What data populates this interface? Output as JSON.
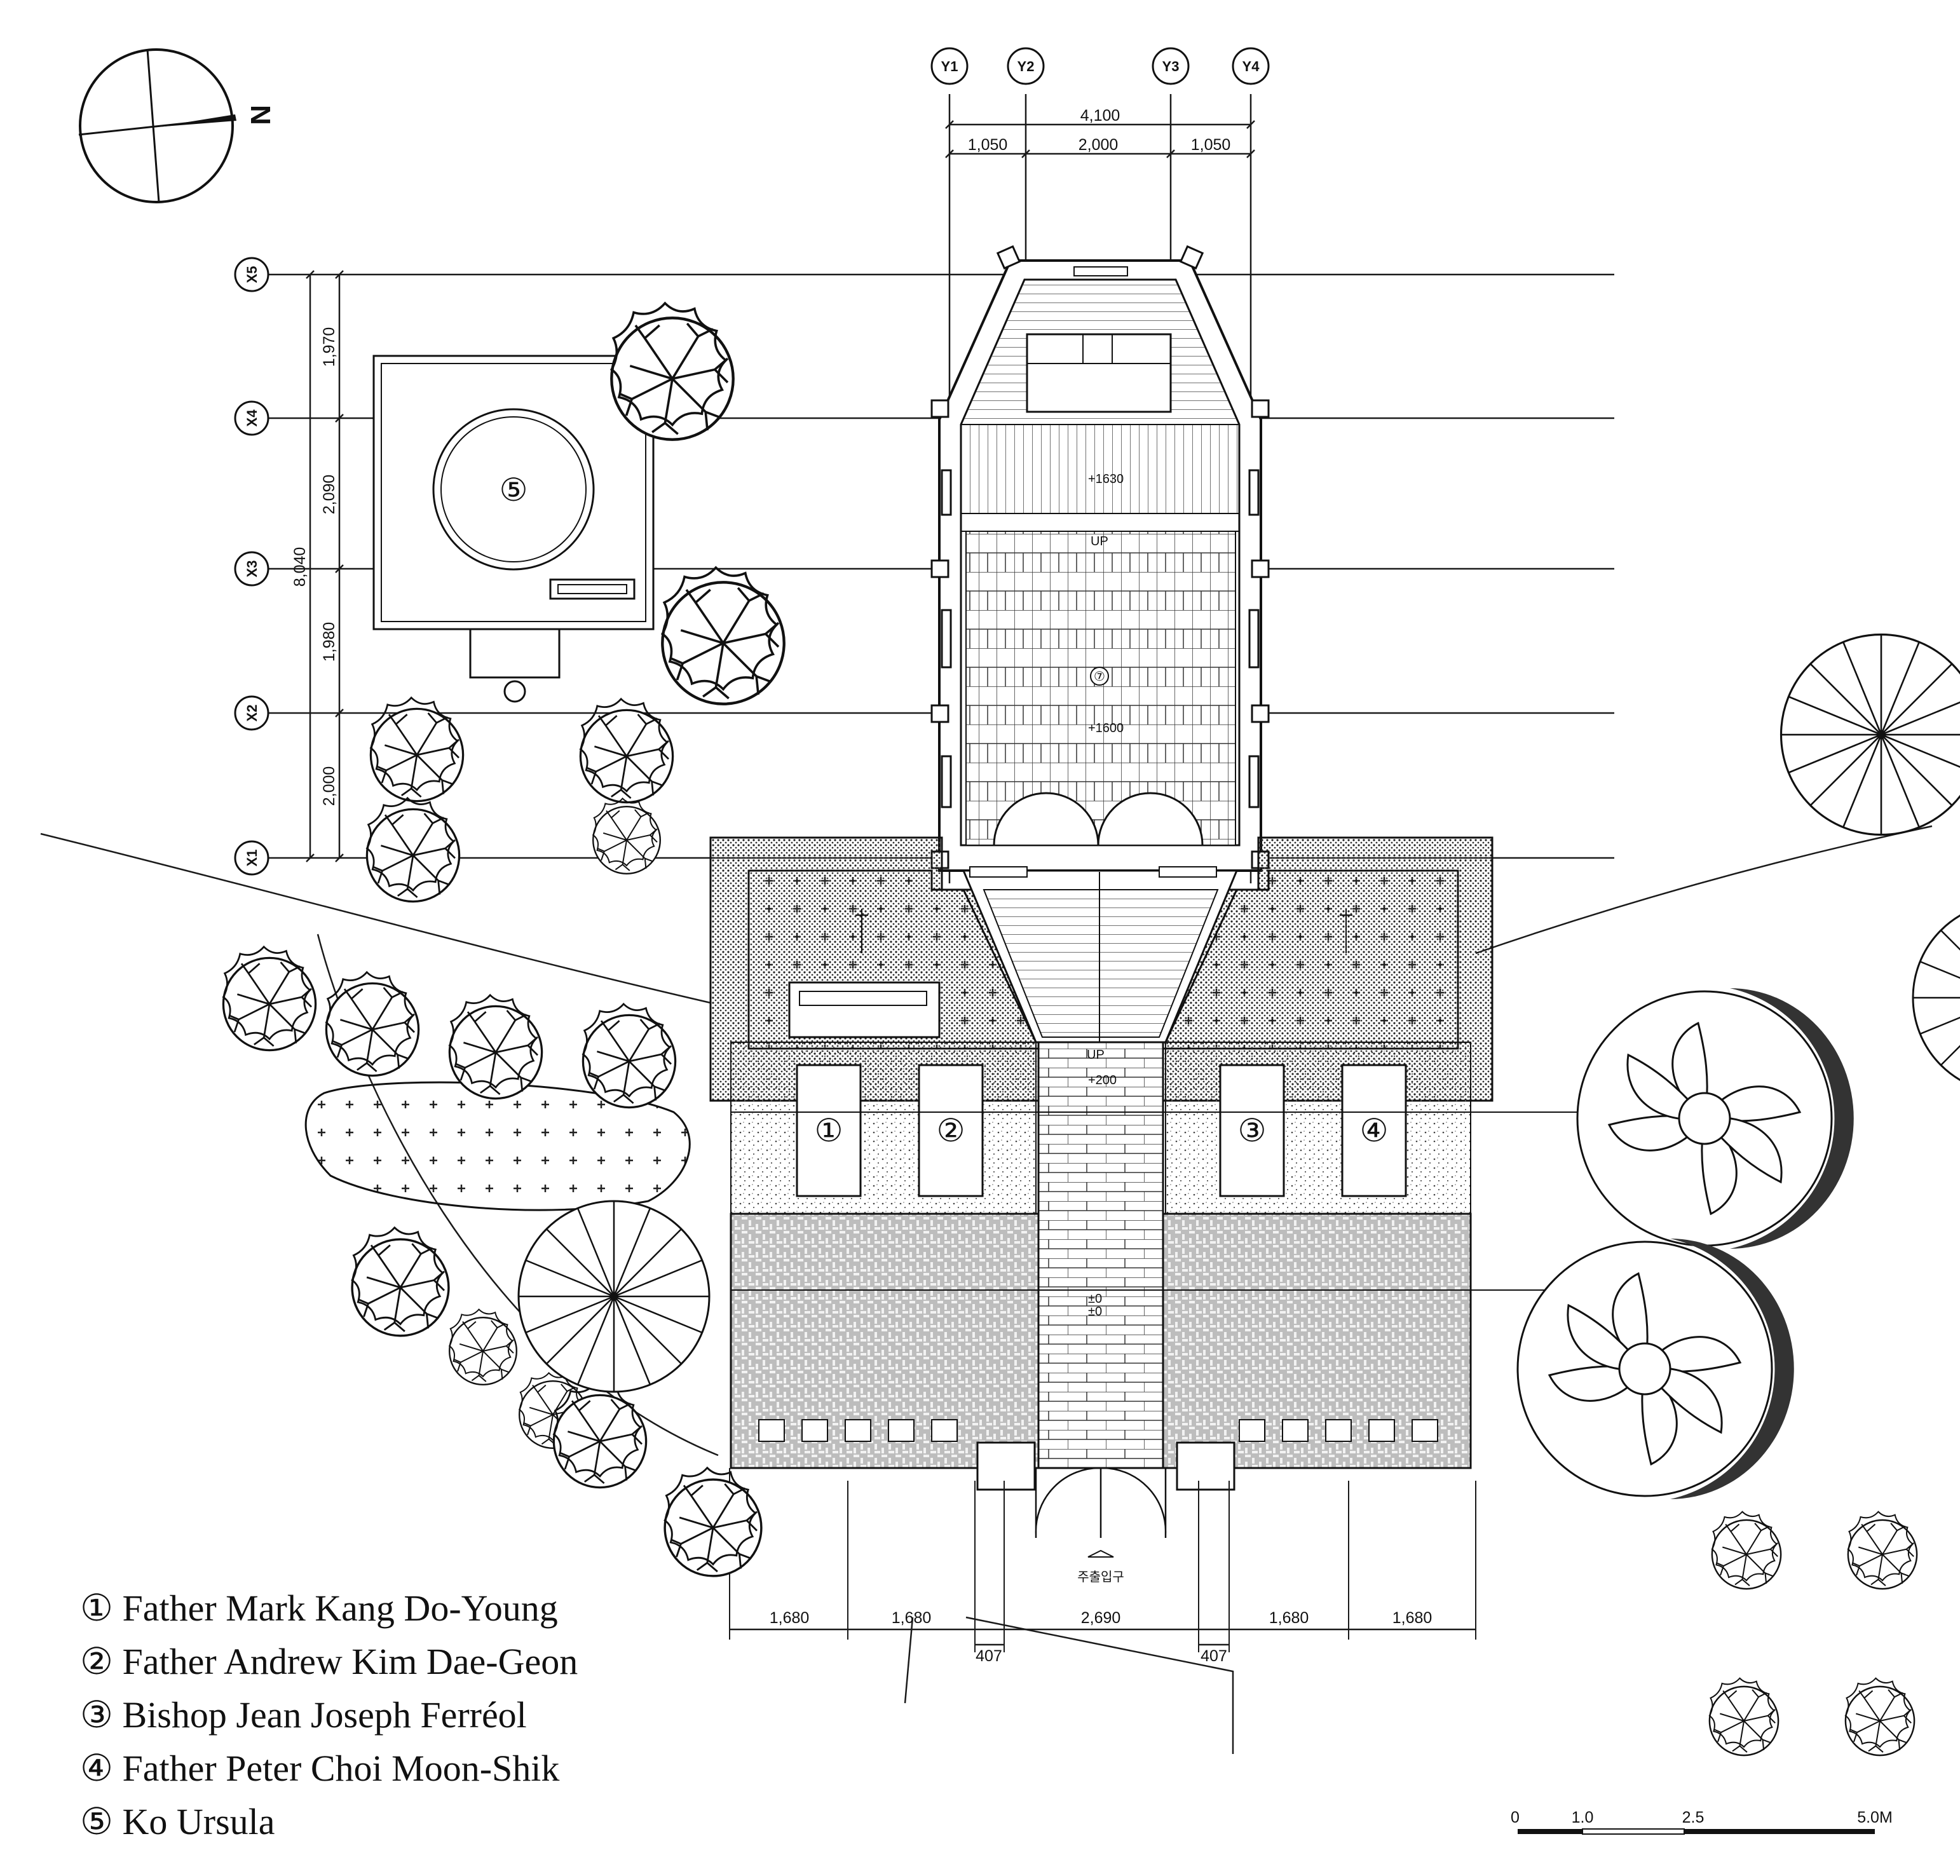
{
  "axes_x": [
    "X1",
    "X2",
    "X3",
    "X4",
    "X5"
  ],
  "axes_y": [
    "Y1",
    "Y2",
    "Y3",
    "Y4"
  ],
  "dims_top": {
    "total": "4,100",
    "segments": [
      "1,050",
      "2,000",
      "1,050"
    ]
  },
  "dims_left": {
    "total": "8,040",
    "segments": [
      "2,000",
      "1,980",
      "2,090",
      "1,970"
    ]
  },
  "dims_bottom": {
    "segments": [
      "1,680",
      "1,680",
      "2,690",
      "1,680",
      "1,680"
    ],
    "offset_left": "407",
    "offset_right": "407"
  },
  "levels": {
    "upper": "+1630",
    "mid": "+1600",
    "lower": "+200",
    "base_top": "±0",
    "base_bot": "±0",
    "up_upper": "UP",
    "up_lower": "UP"
  },
  "entrance_label": "주출입구",
  "north_label": "N",
  "tomb_markers": [
    "①",
    "②",
    "③",
    "④",
    "⑤"
  ],
  "chapel_marker": "⑦",
  "legend": [
    {
      "num": "①",
      "name": "Father Mark Kang Do-Young"
    },
    {
      "num": "②",
      "name": "Father Andrew Kim Dae-Geon"
    },
    {
      "num": "③",
      "name": "Bishop Jean Joseph Ferréol"
    },
    {
      "num": "④",
      "name": "Father Peter Choi Moon-Shik"
    },
    {
      "num": "⑤",
      "name": "Ko Ursula"
    }
  ],
  "scale": [
    "0",
    "1.0",
    "2.5",
    "5.0M"
  ]
}
